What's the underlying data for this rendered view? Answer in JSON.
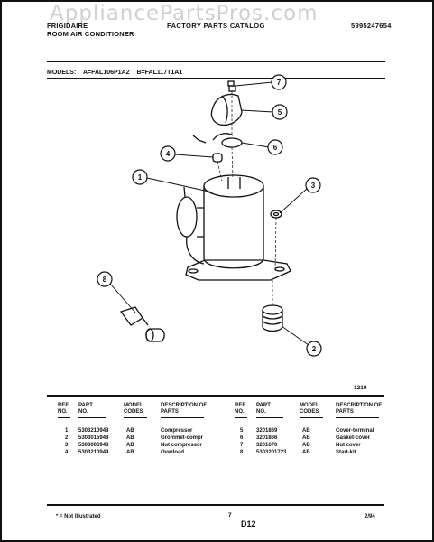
{
  "header": {
    "brand": "FRIGIDAIRE",
    "product": "ROOM AIR CONDITIONER",
    "center_title": "FACTORY PARTS CATALOG",
    "catalog_number": "5995247654",
    "watermark": "AppliancePartsPros.com"
  },
  "models": {
    "label": "MODELS:",
    "a": "A=FAL106P1A2",
    "b": "B=FAL117T1A1"
  },
  "diagram": {
    "callouts": [
      "1",
      "2",
      "3",
      "4",
      "5",
      "6",
      "7",
      "8"
    ],
    "figure_number": "1219"
  },
  "table": {
    "headers": {
      "ref_no": "REF. NO.",
      "part_no": "PART NO.",
      "model_codes": "MODEL CODES",
      "description": "DESCRIPTION OF PARTS"
    },
    "left_rows": [
      {
        "ref": "1",
        "part": "5303210948",
        "codes": "AB",
        "desc": "Compressor"
      },
      {
        "ref": "2",
        "part": "5303015948",
        "codes": "AB",
        "desc": "Grommet-compr"
      },
      {
        "ref": "3",
        "part": "5308006948",
        "codes": "AB",
        "desc": "Nut compressor"
      },
      {
        "ref": "4",
        "part": "5303210949",
        "codes": "AB",
        "desc": "Overload"
      }
    ],
    "right_rows": [
      {
        "ref": "5",
        "part": "3201869",
        "codes": "AB",
        "desc": "Cover-terminal"
      },
      {
        "ref": "6",
        "part": "3201866",
        "codes": "AB",
        "desc": "Gasket-cover"
      },
      {
        "ref": "7",
        "part": "3201670",
        "codes": "AB",
        "desc": "Nut cover"
      },
      {
        "ref": "8",
        "part": "5303201723",
        "codes": "AB",
        "desc": "Start-kit"
      }
    ]
  },
  "footer": {
    "note": "* = Not Illustrated",
    "page": "7",
    "page_id": "D12",
    "date": "2/94"
  }
}
